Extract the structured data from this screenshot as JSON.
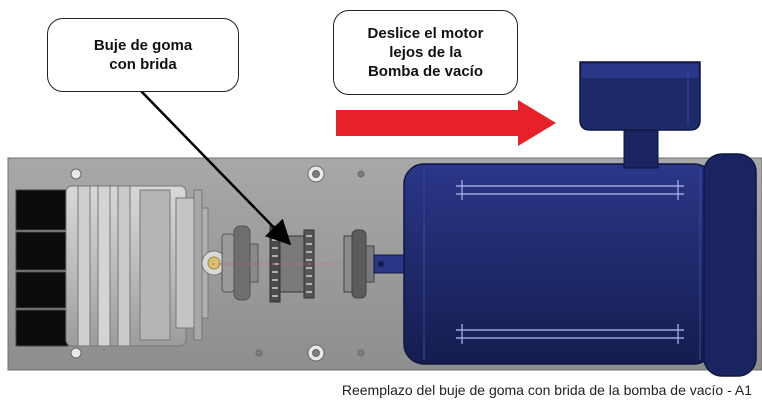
{
  "callouts": {
    "flanged_bushing": "Buje de goma\ncon brida",
    "slide_motor": "Deslice el motor\nlejos de la\nBomba de vacío"
  },
  "caption": "Reemplazo del buje de goma con brida de la bomba de vacío - A1",
  "colors": {
    "motor": "#1f2a6b",
    "arrow": "#e8202a",
    "plate": "#9a9a9a"
  }
}
